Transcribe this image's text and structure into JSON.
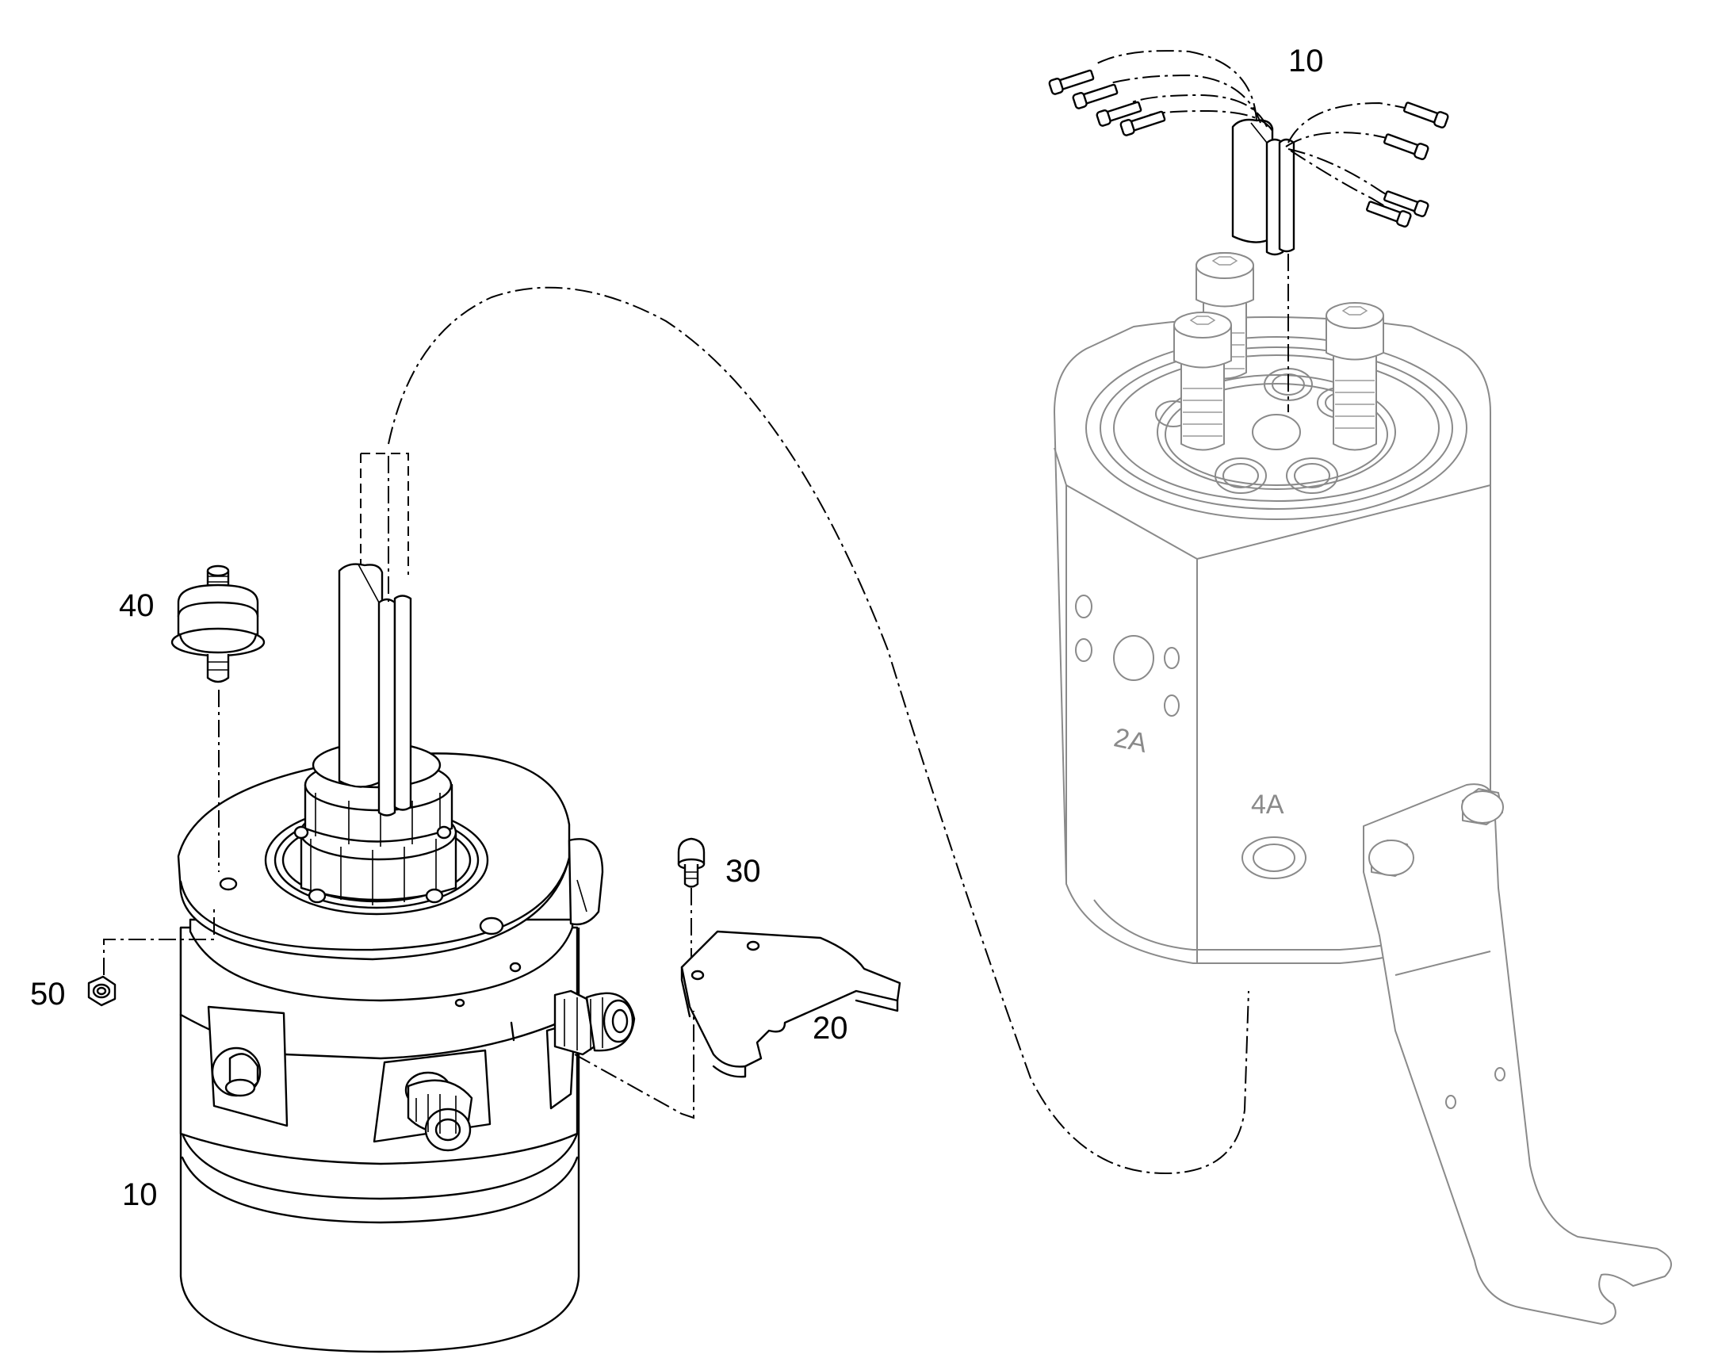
{
  "callouts": {
    "c10_top": "10",
    "c10_bottom": "10",
    "c20": "20",
    "c30": "30",
    "c40": "40",
    "c50": "50"
  },
  "housing_markings": {
    "port_2a": "2A",
    "port_4a": "4A"
  },
  "colors": {
    "line": "#000000",
    "context_line": "#8a8a8a",
    "background": "#ffffff"
  }
}
